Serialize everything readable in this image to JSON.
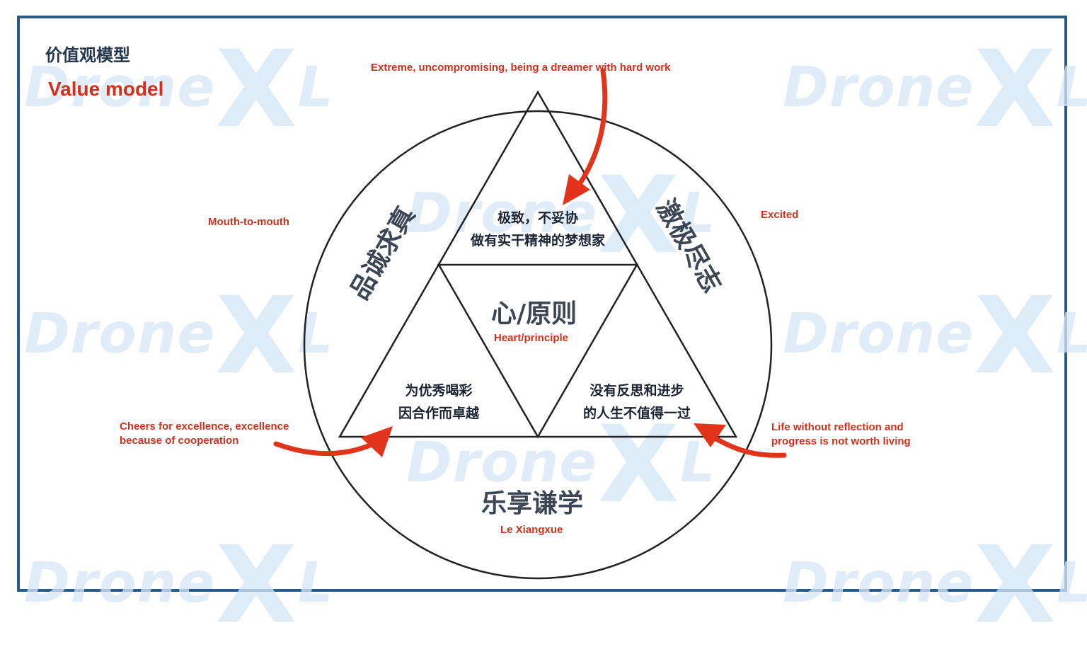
{
  "title": {
    "cn": "价值观模型",
    "en": "Value model"
  },
  "watermark": "DroneXL",
  "colors": {
    "accent": "#d0311b",
    "border": "#2a5a86",
    "text_dark": "#1c2433",
    "side_text": "#3c4654"
  },
  "top_annotation": "Extreme, uncompromising, being a dreamer with hard work",
  "top_inner": {
    "line1": "极致，不妥协",
    "line2": "做有实干精神的梦想家"
  },
  "center": {
    "cn": "心/原则",
    "en": "Heart/principle"
  },
  "left_inner": {
    "line1": "为优秀喝彩",
    "line2": "因合作而卓越"
  },
  "right_inner": {
    "line1": "没有反思和进步",
    "line2": "的人生不值得一过"
  },
  "left_side": {
    "cn": "品诚求真",
    "en": "Mouth-to-mouth"
  },
  "right_side": {
    "cn": "激极尽志",
    "en": "Excited"
  },
  "bottom_side": {
    "cn": "乐享谦学",
    "en": "Le Xiangxue"
  },
  "left_annotation": {
    "line1": "Cheers for excellence, excellence",
    "line2": "because of cooperation"
  },
  "right_annotation": {
    "line1": "Life without reflection and",
    "line2": "progress is not worth living"
  }
}
